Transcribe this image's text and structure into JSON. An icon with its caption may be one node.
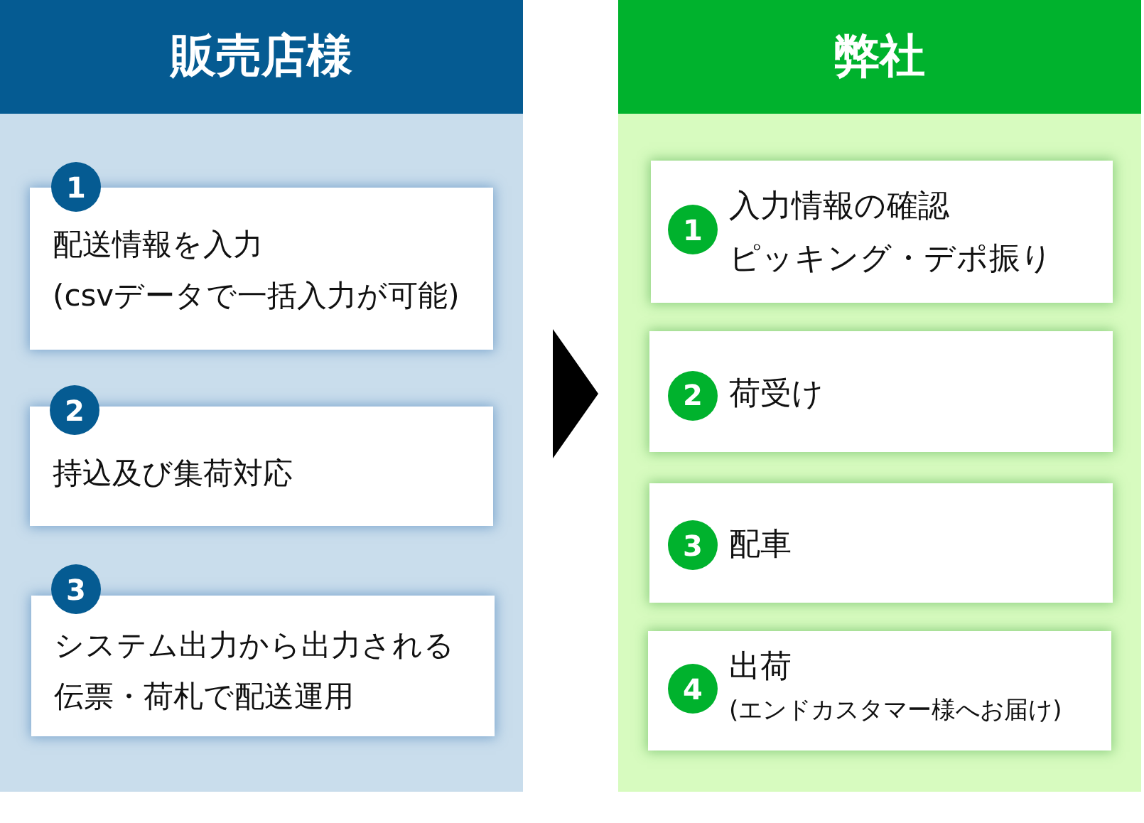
{
  "diagram": {
    "nodes": [
      {
        "text": [
          "販売店様"
        ]
      },
      {
        "text": [
          "1"
        ],
        "in": 0
      },
      {
        "text": [
          "配送情報を入力",
          "(csvデータで一括入力が可能)"
        ],
        "in": 0
      },
      {
        "text": [
          "2"
        ],
        "in": 0
      },
      {
        "text": [
          "持込及び集荷対応"
        ],
        "in": 0
      },
      {
        "text": [
          "3"
        ],
        "in": 0
      },
      {
        "text": [
          "システム出力から出力される伝票・荷札で配送運用"
        ],
        "in": 0
      },
      {
        "text": [
          "弊社"
        ]
      },
      {
        "text": [
          "入力情報の確認",
          "ピッキング・デポ振り"
        ],
        "in": 7
      },
      {
        "text": [
          "1"
        ],
        "in": 8
      },
      {
        "text": [
          "荷受け"
        ],
        "in": 7
      },
      {
        "text": [
          "2"
        ],
        "in": 10
      },
      {
        "text": [
          "配車"
        ],
        "in": 7
      },
      {
        "text": [
          "3"
        ],
        "in": 12
      },
      {
        "text": [
          "出荷",
          "(エンドカスタマー様へお届け)"
        ],
        "in": 7
      },
      {
        "text": [
          "4"
        ],
        "in": 14
      }
    ],
    "edges": [
      {
        "from": 0,
        "to": 7,
        "arrow": "to"
      }
    ]
  }
}
